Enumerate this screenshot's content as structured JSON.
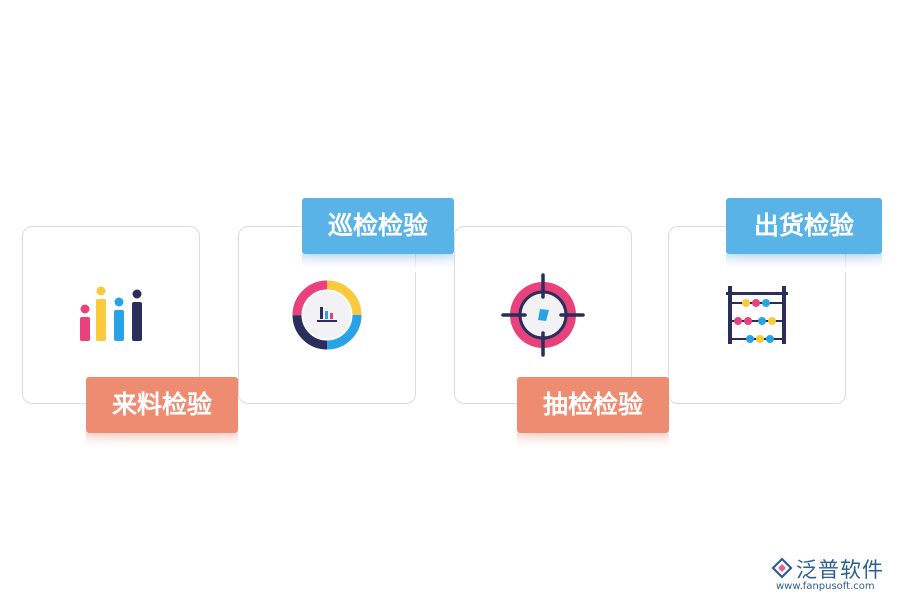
{
  "cards": [
    {
      "name": "来料检验",
      "icon": "bar-chart-icon"
    },
    {
      "name": "巡检检验",
      "icon": "donut-chart-icon"
    },
    {
      "name": "抽检检验",
      "icon": "target-crosshair-icon"
    },
    {
      "name": "出货检验",
      "icon": "abacus-icon"
    }
  ],
  "brand": {
    "name": "泛普软件",
    "url": "www.fanpusoft.com"
  },
  "colors": {
    "blue": "#5ab3e6",
    "orange": "#ee8c72",
    "pink": "#e9417b",
    "yellow": "#f9c93e",
    "sky": "#27a3e6",
    "navy": "#2a2e5c",
    "brand": "#2d5f93"
  }
}
